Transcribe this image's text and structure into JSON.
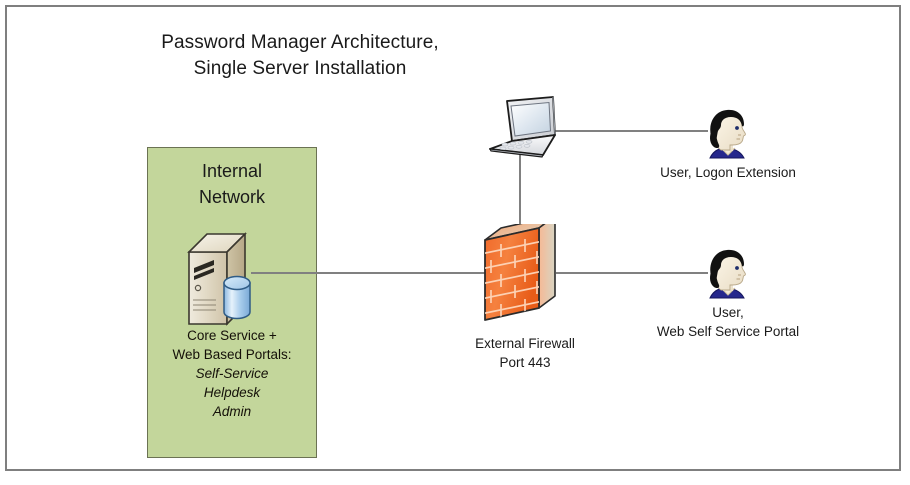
{
  "diagram": {
    "title": "Password Manager Architecture,\nSingle Server Installation",
    "frame_color": "#7f7f7f",
    "background": "#ffffff",
    "line_color": "#808080"
  },
  "zones": {
    "internal_network": {
      "label": "Internal\nNetwork",
      "fill_color": "#c3d69b",
      "border_color": "#6b7253"
    }
  },
  "nodes": {
    "server": {
      "icon": "server-tower-icon",
      "caption_line1": "Core Service +",
      "caption_line2": "Web Based Portals:",
      "portals": [
        "Self-Service",
        "Helpdesk",
        "Admin"
      ],
      "database_icon": "database-cylinder-icon",
      "body_color": "#d9cfb8"
    },
    "laptop": {
      "icon": "laptop-icon",
      "body_color": "#e8eaee"
    },
    "firewall": {
      "icon": "brick-wall-firewall-icon",
      "caption": "External Firewall\nPort 443",
      "body_color": "#f4723a"
    },
    "user_logon_extension": {
      "icon": "user-head-profile-icon",
      "caption": "User, Logon Extension",
      "hair_color": "#111111",
      "shirt_color": "#26288c"
    },
    "user_web_self_service": {
      "icon": "user-head-profile-icon",
      "caption": "User,\nWeb Self Service Portal",
      "hair_color": "#111111",
      "shirt_color": "#26288c"
    }
  },
  "connections": [
    {
      "name": "server-to-firewall",
      "from": "server",
      "to": "firewall"
    },
    {
      "name": "firewall-to-user-web-self-service",
      "from": "firewall",
      "to": "user_web_self_service"
    },
    {
      "name": "laptop-to-user-logon-extension",
      "from": "laptop",
      "to": "user_logon_extension"
    },
    {
      "name": "laptop-to-firewall",
      "from": "laptop",
      "to": "firewall"
    }
  ]
}
